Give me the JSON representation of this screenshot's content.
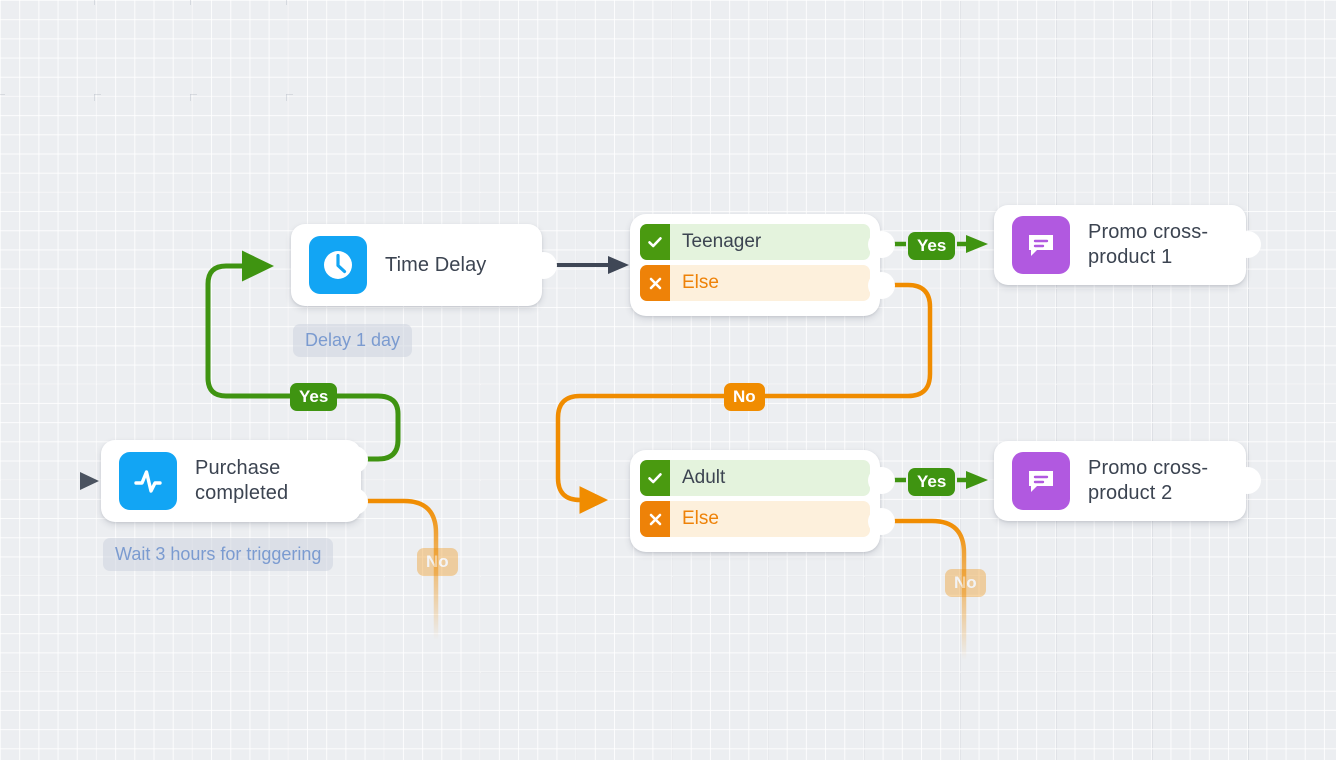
{
  "canvas": {
    "background_color": "#eceef1",
    "grid": true
  },
  "colors": {
    "trigger_icon": "#12a5f4",
    "message_icon": "#b159e0",
    "yes_green": "#3f9411",
    "else_orange": "#f08c00",
    "condition_true_bg": "#e4f3dd",
    "condition_false_bg": "#fdf0dc",
    "node_text": "#3c4451",
    "meta_text": "#7b9bd0",
    "dashed_edge": "#3f4756"
  },
  "nodes": {
    "purchase": {
      "title": "Purchase\ncompleted",
      "icon": "activity-pulse-icon",
      "meta_label": "Wait 3 hours for triggering",
      "outputs": [
        "yes",
        "no"
      ]
    },
    "time_delay": {
      "title": "Time Delay",
      "icon": "clock-icon",
      "meta_label": "Delay 1 day"
    },
    "condition_teenager": {
      "true_label": "Teenager",
      "false_label": "Else",
      "true_icon": "check-icon",
      "false_icon": "cross-icon"
    },
    "condition_adult": {
      "true_label": "Adult",
      "false_label": "Else",
      "true_icon": "check-icon",
      "false_icon": "cross-icon"
    },
    "promo_1": {
      "title": "Promo cross-\nproduct 1",
      "icon": "message-bubble-icon"
    },
    "promo_2": {
      "title": "Promo cross-\nproduct 2",
      "icon": "message-bubble-icon"
    }
  },
  "edges": {
    "purchase_yes": "Yes",
    "purchase_no": "No",
    "teenager_else": "No",
    "teenager_yes": "Yes",
    "adult_yes": "Yes",
    "adult_else": "No"
  }
}
